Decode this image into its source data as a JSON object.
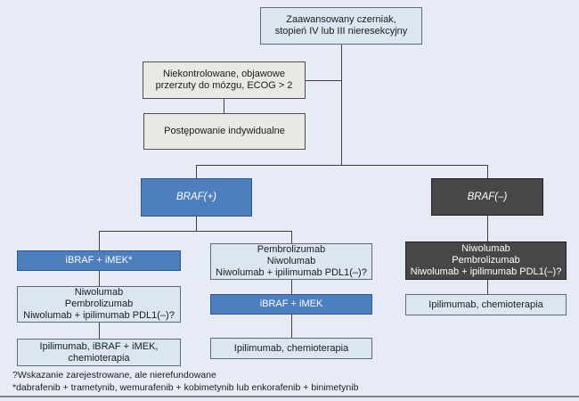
{
  "figure": {
    "type": "flowchart",
    "language": "pl",
    "topic": "Advanced melanoma treatment algorithm",
    "colors": {
      "background": "#e7ebf5",
      "light_blue_box": "#dce6f1",
      "gray_box": "#e9e8e5",
      "blue_box": "#4d7ebd",
      "dark_box": "#474747",
      "connector_line": "#3f3f3f",
      "text": "#1b1b1b",
      "text_on_dark": "#ffffff"
    },
    "nodes": {
      "root": {
        "lines": [
          "Zaawansowany czerniak,",
          "stopień IV lub III nieresekcyjny"
        ]
      },
      "brain_mets": {
        "lines": [
          "Niekontrolowane, objawowe",
          "przerzuty do mózgu, ECOG > 2"
        ]
      },
      "individual": {
        "lines": [
          "Postępowanie indywidualne"
        ]
      },
      "braf_positive": {
        "lines": [
          "BRAF(+)"
        ]
      },
      "braf_negative": {
        "lines": [
          "BRAF(–)"
        ]
      },
      "left_line1": {
        "lines": [
          "iBRAF + iMEK*"
        ]
      },
      "left_line2": {
        "lines": [
          "Niwolumab",
          "Pembrolizumab",
          "Niwolumab + ipilimumab PDL1(–)?"
        ]
      },
      "left_line3": {
        "lines": [
          "Ipilimumab, iBRAF + iMEK,",
          "chemioterapia"
        ]
      },
      "mid_line1": {
        "lines": [
          "Pembrolizumab",
          "Niwolumab",
          "Niwolumab + ipilimumab PDL1(–)?"
        ]
      },
      "mid_line2": {
        "lines": [
          "iBRAF + iMEK"
        ]
      },
      "mid_line3": {
        "lines": [
          "Ipilimumab, chemioterapia"
        ]
      },
      "right_line1": {
        "lines": [
          "Niwolumab",
          "Pembrolizumab",
          "Niwolumab + ipilimumab PDL1(–)?"
        ]
      },
      "right_line2": {
        "lines": [
          "Ipilimumab, chemioterapia"
        ]
      }
    },
    "footnotes": [
      "?Wskazanie zarejestrowane, ale nierefundowane",
      "*dabrafenib + trametynib, wemurafenib + kobimetynib lub enkorafenib + binimetynib"
    ]
  }
}
